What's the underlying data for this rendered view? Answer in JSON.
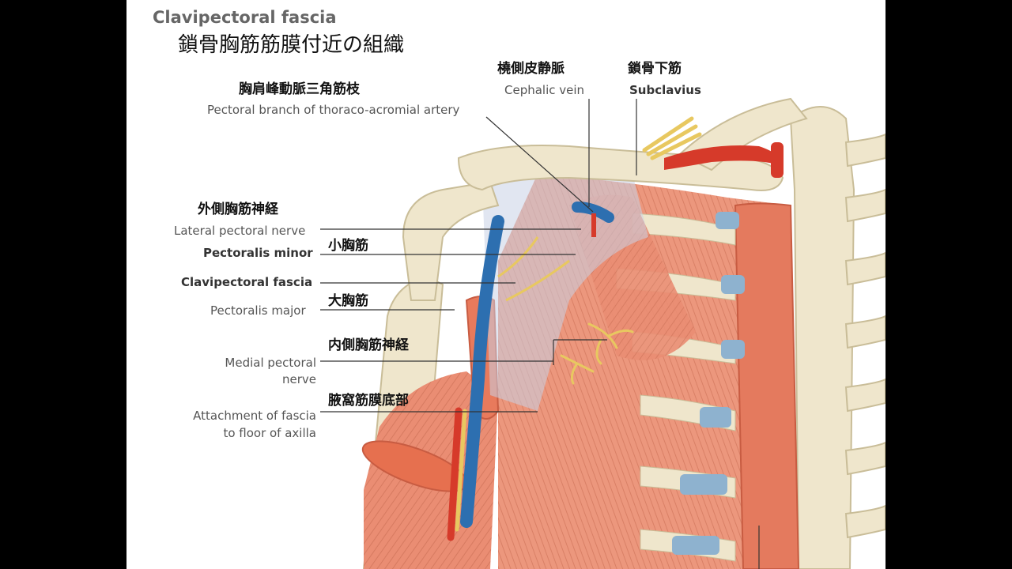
{
  "title": {
    "en": "Clavipectoral fascia",
    "jp": "鎖骨胸筋筋膜付近の組織"
  },
  "labels": {
    "pectoral_branch_jp": "胸肩峰動脈三角筋枝",
    "pectoral_branch_en": "Pectoral branch of thoraco-acromial artery",
    "cephalic_jp": "橈側皮静脈",
    "cephalic_en": "Cephalic vein",
    "subclavius_jp": "鎖骨下筋",
    "subclavius_en": "Subclavius",
    "lateral_nerve_jp": "外側胸筋神経",
    "lateral_nerve_en": "Lateral pectoral nerve",
    "pec_minor_en": "Pectoralis minor",
    "pec_minor_jp": "小胸筋",
    "clavipectoral_en": "Clavipectoral fascia",
    "pec_major_en": "Pectoralis major",
    "pec_major_jp": "大胸筋",
    "medial_nerve_jp": "内側胸筋神経",
    "medial_nerve_en_1": "Medial pectoral",
    "medial_nerve_en_2": "nerve",
    "axilla_jp": "腋窩筋膜底部",
    "axilla_en_1": "Attachment of fascia",
    "axilla_en_2": "to floor of axilla"
  },
  "colors": {
    "bone": "#efe6cc",
    "bone_edge": "#c9bd98",
    "muscle": "#ea8d73",
    "muscle_dark": "#d9654a",
    "cartilage": "#8eb2cf",
    "vein": "#2d6fb0",
    "nerve": "#e8c860",
    "artery": "#d63a2a",
    "fascia": "#c9d2e6"
  }
}
